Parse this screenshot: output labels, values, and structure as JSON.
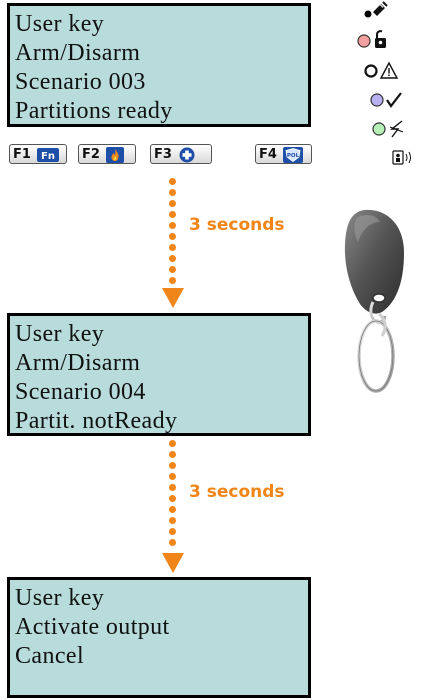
{
  "screens": [
    {
      "lines": [
        "User key",
        "Arm/Disarm",
        "Scenario  003",
        "Partitions ready"
      ]
    },
    {
      "lines": [
        "User key",
        "Arm/Disarm",
        "Scenario  004",
        "Partit. notReady"
      ]
    },
    {
      "lines": [
        "User key",
        "Activate output",
        "Cancel",
        ""
      ]
    }
  ],
  "function_keys": [
    {
      "label": "F1",
      "badge": "Fn",
      "icon": "fn-icon"
    },
    {
      "label": "F2",
      "icon": "flame-icon"
    },
    {
      "label": "F3",
      "icon": "medical-cross-icon"
    },
    {
      "label": "F4",
      "badge": "POL",
      "icon": "police-badge-icon"
    }
  ],
  "transitions": [
    {
      "label": "3 seconds"
    },
    {
      "label": "3 seconds"
    }
  ],
  "indicators": [
    {
      "icon": "key-icon",
      "led_color": "#000000"
    },
    {
      "icon": "unlocked-padlock-icon",
      "led_color": "#f3a0a0"
    },
    {
      "icon": "warning-triangle-icon",
      "led_color": "#ffffff"
    },
    {
      "icon": "checkmark-icon",
      "led_color": "#b8b0f0"
    },
    {
      "icon": "lightning-bolt-icon",
      "led_color": "#b6f0b6"
    },
    {
      "icon": "proximity-reader-icon"
    }
  ],
  "colors": {
    "lcd_background": "#b8dcdb",
    "lcd_border": "#000000",
    "accent": "#f0861a"
  }
}
